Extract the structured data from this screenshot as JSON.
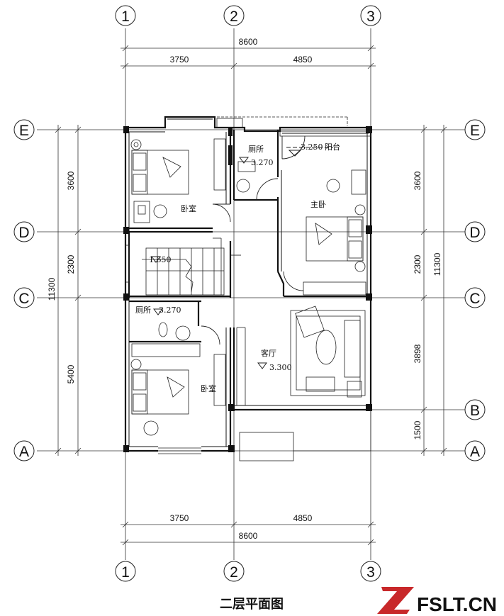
{
  "drawing": {
    "title": "二层平面图",
    "watermark": "FSLT.CN"
  },
  "grid": {
    "columns": [
      "1",
      "2",
      "3"
    ],
    "rows": [
      "A",
      "B",
      "C",
      "D",
      "E"
    ]
  },
  "dimensions": {
    "top_total": "8600",
    "top_left": "3750",
    "top_right": "4850",
    "bottom_left": "3750",
    "bottom_right": "4850",
    "bottom_total": "8600",
    "left_total": "11300",
    "left_d_e": "3600",
    "left_c_d": "2300",
    "left_a_c": "5400",
    "right_total": "11300",
    "right_d_e": "3600",
    "right_c_d": "2300",
    "right_b_c": "3898",
    "right_a_b": "1500"
  },
  "rooms": {
    "bedroom_nw": "卧室",
    "toilet_n": "厕所",
    "toilet_n_level": "3.270",
    "balcony": "阳台",
    "balcony_level": "3.250",
    "master_bedroom": "主卧",
    "stair_level": "1.650",
    "toilet_w": "厕所",
    "toilet_w_level": "3.270",
    "bedroom_sw": "卧室",
    "living_room": "客厅",
    "living_level": "3.300"
  }
}
